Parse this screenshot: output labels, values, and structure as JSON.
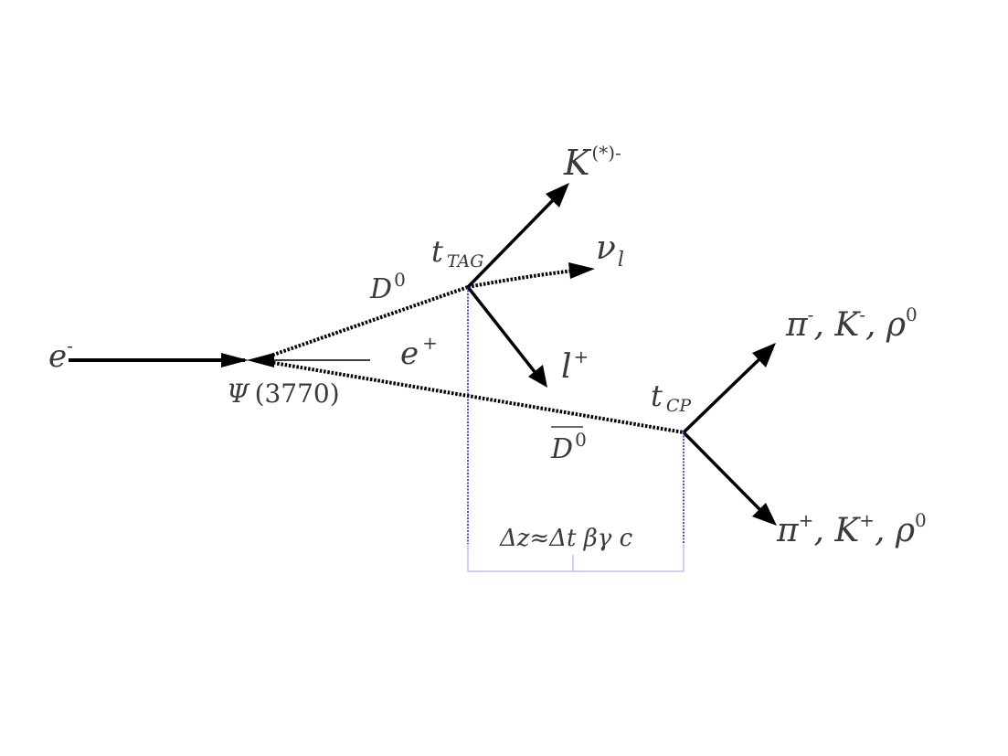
{
  "labels": {
    "e_minus": "e",
    "e_minus_sup": "-",
    "e_plus": "e",
    "e_plus_sup": "+",
    "psi": "Ψ",
    "psi_mass": "(3770)",
    "d0": "D",
    "d0_sup": "0",
    "d0bar": "D",
    "d0bar_sup": "0",
    "t_tag": "t",
    "t_tag_sub": "TAG",
    "t_cp": "t",
    "t_cp_sub": "CP",
    "kaon": "K",
    "kaon_sup": "(*)-",
    "neutrino": "ν",
    "neutrino_sub": "l",
    "lepton": "l",
    "lepton_sup": "+",
    "final_minus": "π",
    "final_minus_sup": "-",
    "final_minus_rest_1": ", K",
    "final_minus_rest_1_sup": "-",
    "final_minus_rest_2": ", ρ",
    "final_minus_rest_2_sup": "0",
    "final_plus": "π",
    "final_plus_sup": "+",
    "final_plus_rest_1": ", K",
    "final_plus_rest_1_sup": "+",
    "final_plus_rest_2": ", ρ",
    "final_plus_rest_2_sup": "0",
    "delta_z": "Δz≈Δt βγ c"
  },
  "colors": {
    "line": "#000000",
    "text": "#3a3a3a",
    "guide": "#1a1aa0",
    "bracket": "#a0a0f0"
  }
}
